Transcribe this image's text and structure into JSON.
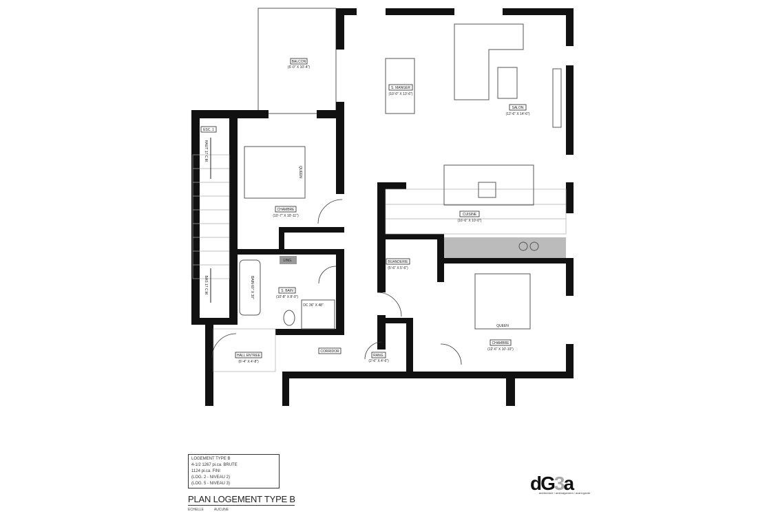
{
  "plan": {
    "rooms": {
      "balcon": {
        "name": "BALCON",
        "dims": "(6'-0\" X 10'-4\")"
      },
      "s_manger": {
        "name": "S. MANGER",
        "dims": "(10'-0\" X 13'-6\")"
      },
      "salon": {
        "name": "SALON",
        "dims": "(12'-6\" X 14'-6\")"
      },
      "chambre1": {
        "name": "CHAMBRE",
        "dims": "(10'-7\" X 10'-11\")"
      },
      "cuisine": {
        "name": "CUISINE",
        "dims": "(16'-6\" X 10'-0\")"
      },
      "buanderie": {
        "name": "BUANDERIE",
        "dims": "(5'-6\" X 5'-6\")"
      },
      "s_bain": {
        "name": "S. BAIN",
        "dims": "(10'-8\" X 8'-0\")"
      },
      "rang": {
        "name": "RANG.",
        "dims": "(2'-6\" X 4'-6\")"
      },
      "hall": {
        "name": "HALL ENTREE",
        "dims": "(6'-4\" X 4'-8\")"
      },
      "chambre2": {
        "name": "CHAMBRE",
        "dims": "(12'-6\" X 10'-10\")"
      },
      "corridor": {
        "name": "CORRIDOR"
      },
      "esc": {
        "name": "ESC. 1"
      }
    },
    "fixtures": {
      "queen1": "QUEEN",
      "queen2": "QUEEN",
      "bain": "BAIN 60\" X 30\"",
      "douche": "DC 36\" X 48\"",
      "linge": "LING.",
      "haut": "HAUT 17 C.M.",
      "bas": "BAS 17 C.M."
    }
  },
  "legend": {
    "lines": [
      "LOGEMENT TYPE B",
      "4-1/2 1267 pi.ca. BRUTE",
      "1124 pi.ca. FINI",
      "(LOG. 2 - NIVEAU 2)",
      "(LOG. 5 - NIVEAU 3)"
    ]
  },
  "title": "PLAN LOGEMENT TYPE B",
  "scale": {
    "label": "ECHELLE",
    "value": "AUCUNE"
  },
  "logo": {
    "mark": "dG",
    "mark2": "3",
    "mark3": "a",
    "tagline": "architecture / aménagement / avant-garde"
  }
}
